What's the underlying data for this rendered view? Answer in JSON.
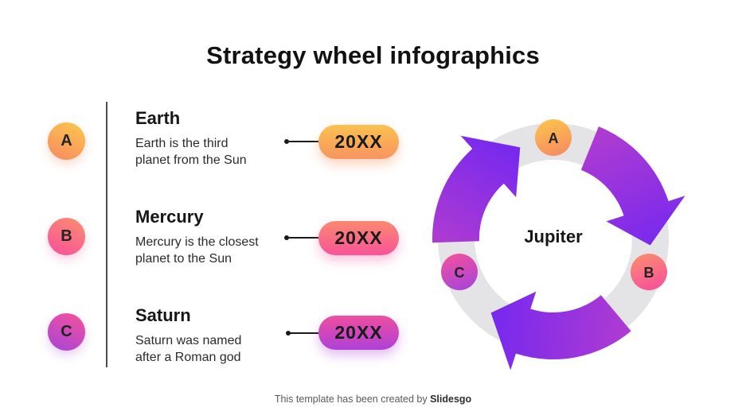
{
  "title": "Strategy wheel infographics",
  "sections": [
    {
      "letter": "A",
      "heading": "Earth",
      "line1": "Earth is the third",
      "line2": "planet from the Sun",
      "badge": "20XX"
    },
    {
      "letter": "B",
      "heading": "Mercury",
      "line1": "Mercury is the closest",
      "line2": "planet to the Sun",
      "badge": "20XX"
    },
    {
      "letter": "C",
      "heading": "Saturn",
      "line1": "Saturn was named",
      "line2": "after a Roman god",
      "badge": "20XX"
    }
  ],
  "wheel": {
    "center_label": "Jupiter",
    "node_letters": [
      "A",
      "B",
      "C"
    ]
  },
  "colors": {
    "orange_top": "#FCC24D",
    "orange_bottom": "#F68C62",
    "pink_top": "#FA8970",
    "pink_bottom": "#F8529A",
    "magenta_top": "#F050A0",
    "magenta_bottom": "#A945D8",
    "arrow_tail": "#B13CD0",
    "arrow_head": "#7829EE",
    "ring_gray": "#E4E3E5"
  },
  "footer": {
    "text": "This template has been created by",
    "brand": "Slidesgo"
  }
}
